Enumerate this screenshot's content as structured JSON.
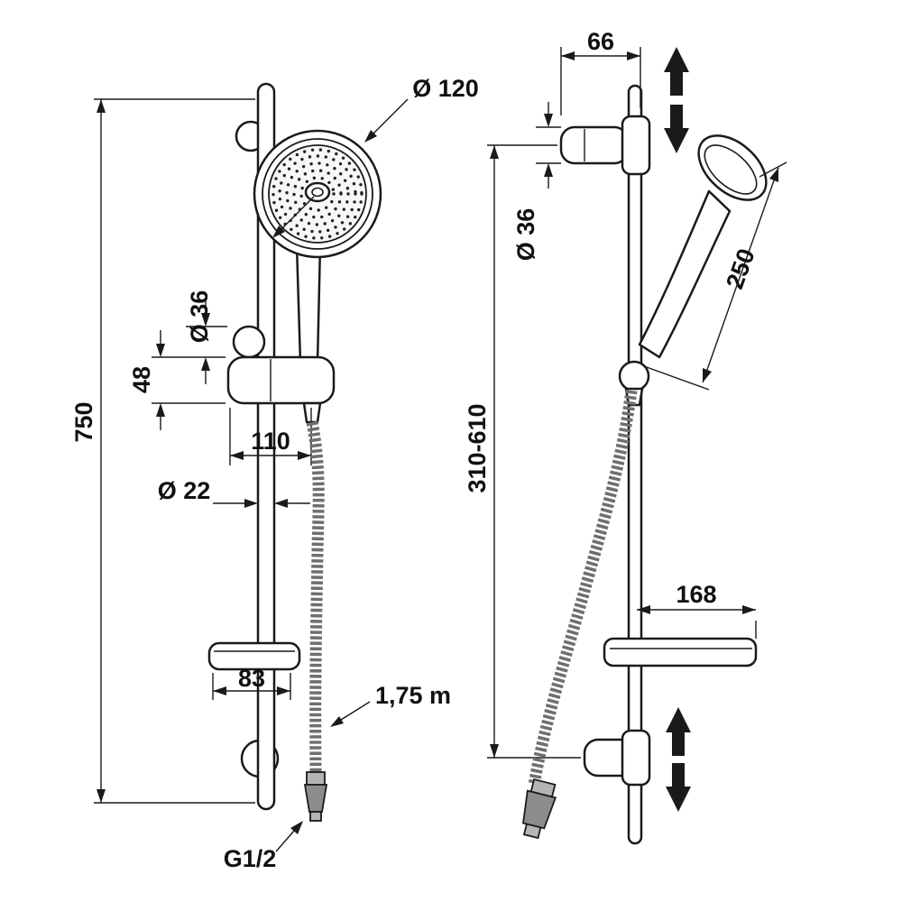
{
  "front_view": {
    "head_diameter": "Ø 120",
    "holder_diameter": "Ø 36",
    "holder_height": "48",
    "holder_offset": "110",
    "rail_diameter": "Ø 22",
    "rail_length": "750",
    "dish_width": "83",
    "hose_length": "1,75 m",
    "thread": "G1/2"
  },
  "side_view": {
    "bracket_width": "66",
    "bracket_diameter": "Ø 36",
    "handshower_length": "250",
    "adjust_range": "310-610",
    "dish_depth": "168"
  },
  "colors": {
    "line": "#1a1a1a",
    "hose": "#6f6f6f",
    "metal": "#8c8c8c",
    "background": "#ffffff"
  }
}
